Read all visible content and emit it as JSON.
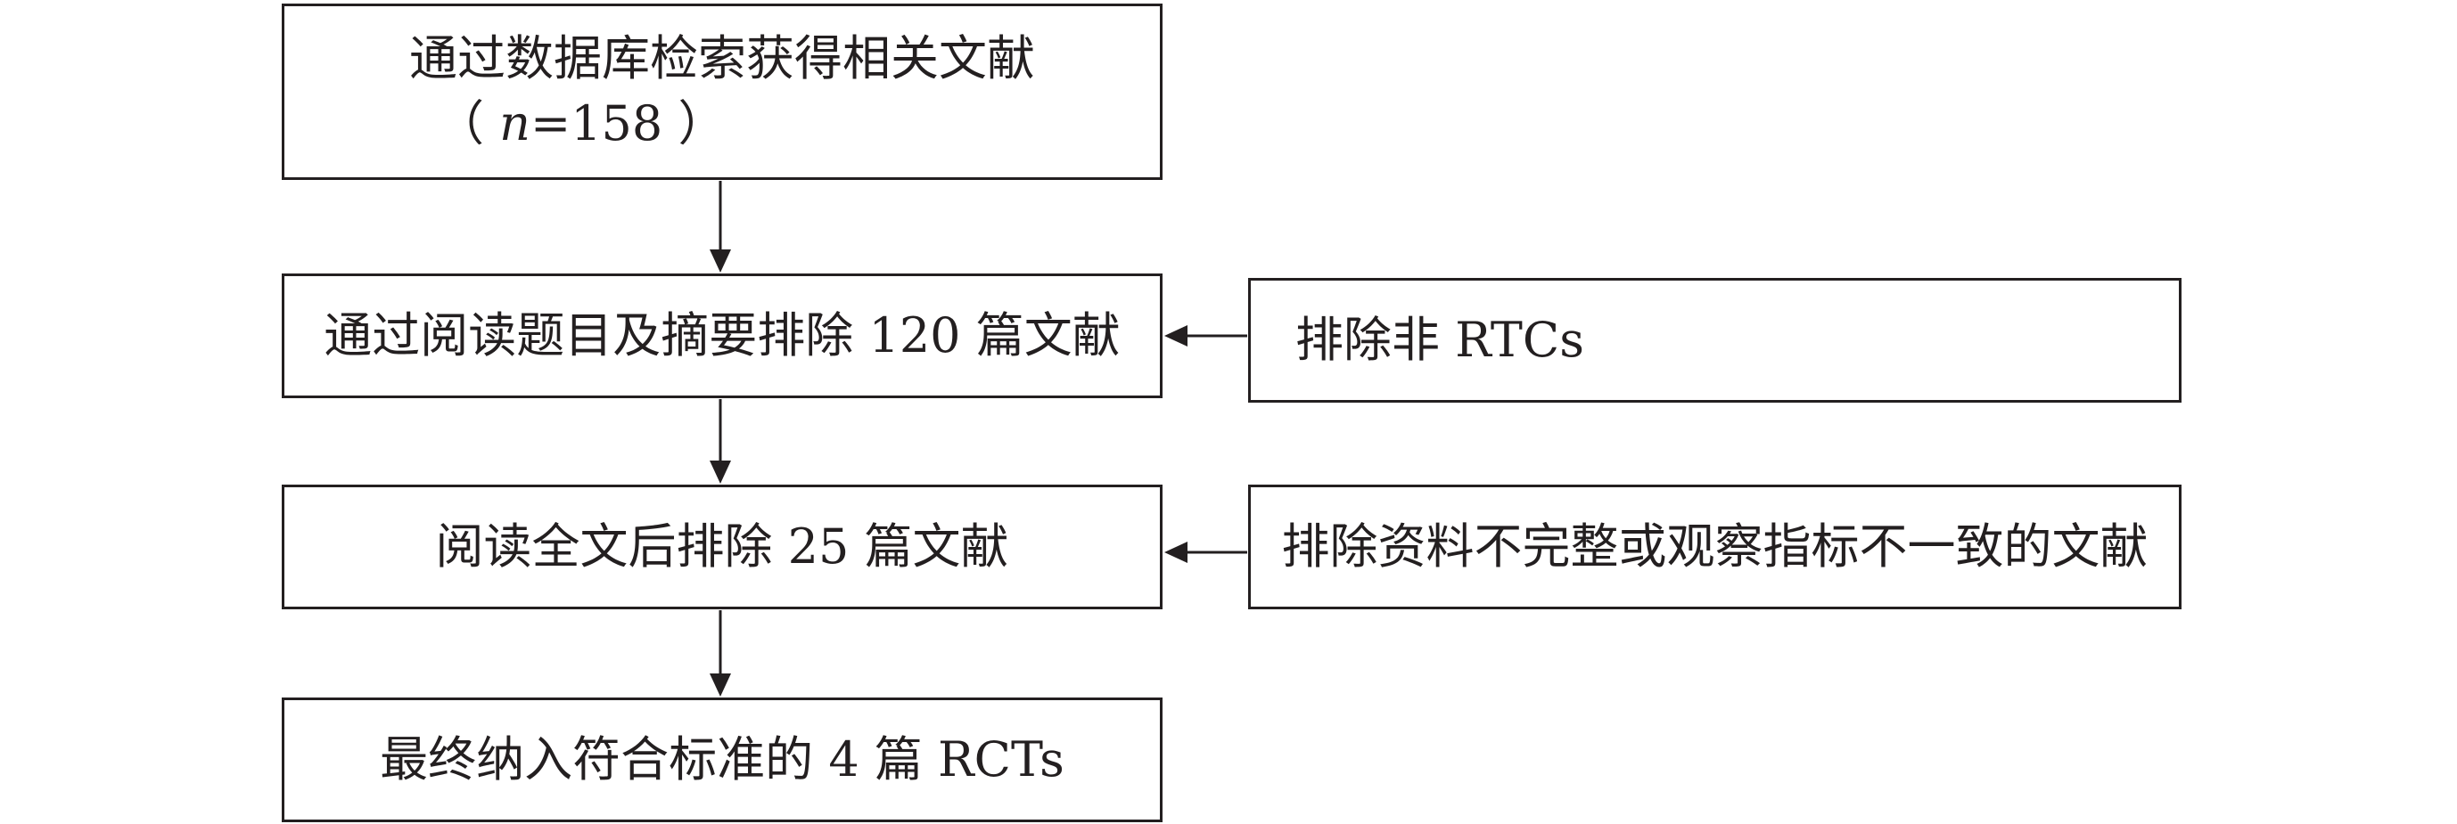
{
  "flow": {
    "step1": {
      "line1": "通过数据库检索获得相关文献",
      "count_open": "（ ",
      "count_var": "n",
      "count_value": "=158",
      "count_close": " ）"
    },
    "step2": "通过阅读题目及摘要排除 120 篇文献",
    "step3": "阅读全文后排除 25 篇文献",
    "step4": "最终纳入符合标准的 4 篇 RCTs"
  },
  "exclusions": {
    "excl1": "排除非 RTCs",
    "excl2": "排除资料不完整或观察指标不一致的文献"
  }
}
